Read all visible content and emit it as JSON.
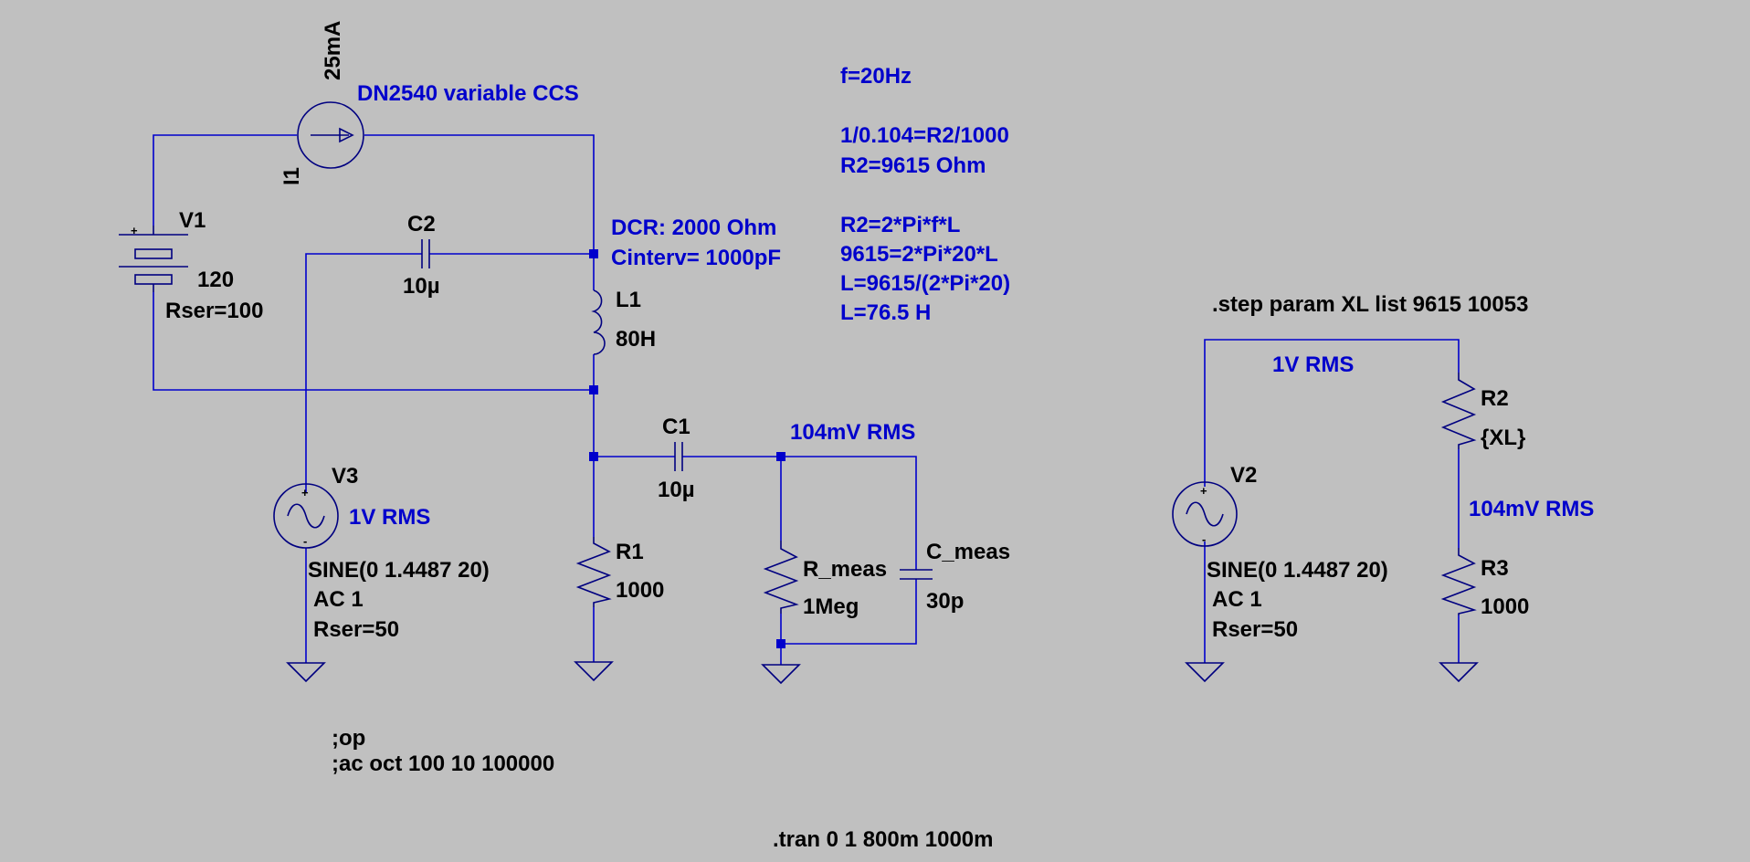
{
  "components": {
    "i1": {
      "ref": "I1",
      "value": "25mA",
      "description": "DN2540 variable CCS"
    },
    "v1": {
      "ref": "V1",
      "value": "120",
      "rser": "Rser=100",
      "plus": "+"
    },
    "c2": {
      "ref": "C2",
      "value": "10µ"
    },
    "l1": {
      "ref": "L1",
      "value": "80H",
      "dcr": "DCR: 2000 Ohm",
      "cinterv": "Cinterv= 1000pF"
    },
    "c1": {
      "ref": "C1",
      "value": "10µ"
    },
    "r1": {
      "ref": "R1",
      "value": "1000"
    },
    "v3": {
      "ref": "V3",
      "plus": "+",
      "minus": "-",
      "rms": "1V RMS",
      "sine": "SINE(0 1.4487 20)",
      "ac": "AC 1",
      "rser": "Rser=50"
    },
    "rmeas": {
      "ref": "R_meas",
      "value": "1Meg"
    },
    "cmeas": {
      "ref": "C_meas",
      "value": "30p"
    },
    "v2": {
      "ref": "V2",
      "plus": "+",
      "minus": "-",
      "rms": "1V RMS",
      "sine": "SINE(0 1.4487 20)",
      "ac": "AC 1",
      "rser": "Rser=50"
    },
    "r2": {
      "ref": "R2",
      "value": "{XL}"
    },
    "r3": {
      "ref": "R3",
      "value": "1000"
    }
  },
  "annotations": {
    "meas_rms_left": "104mV RMS",
    "meas_rms_right": "104mV RMS",
    "calc_lines": [
      "f=20Hz",
      "",
      "1/0.104=R2/1000",
      "R2=9615 Ohm",
      "",
      "R2=2*Pi*f*L",
      "9615=2*Pi*20*L",
      "L=9615/(2*Pi*20)",
      "L=76.5 H"
    ]
  },
  "directives": {
    "step": ".step param XL list 9615 10053",
    "op": ";op",
    "ac": ";ac oct 100 10 100000",
    "tran": ".tran 0 1 800m 1000m"
  }
}
